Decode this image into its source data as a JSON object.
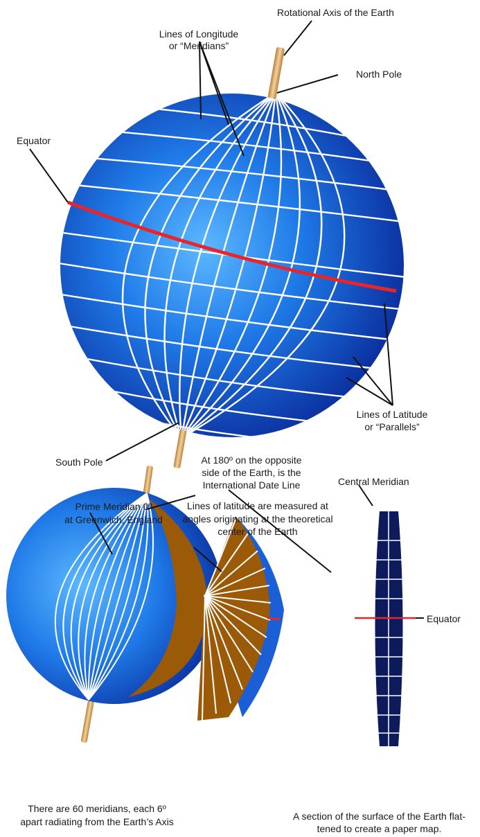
{
  "labels": {
    "rotational_axis": "Rotational Axis of the Earth",
    "longitude_line1": "Lines of Longitude",
    "longitude_line2": "or “Meridians”",
    "north_pole": "North Pole",
    "equator_top": "Equator",
    "latitude_line1": "Lines of Latitude",
    "latitude_line2": "or “Parallels”",
    "south_pole": "South Pole",
    "dateline_line1": "At 180º on the opposite",
    "dateline_line2": "side of the Earth,  is the",
    "dateline_line3": "International Date Line",
    "central_meridian": "Central Meridian",
    "prime_line1": "Prime Meridian 0º",
    "prime_line2": "at Greenwich, England",
    "latmeasure_line1": "Lines of latitude are measured at",
    "latmeasure_line2": "angles originating at the theoretical",
    "latmeasure_line3": "center of the Earth",
    "equator_map": "Equator",
    "meridians_line1": "There are 60 meridians, each 6º",
    "meridians_line2": "apart radiating from the Earth’s Axis",
    "section_line1": "A section of the surface of the Earth flat-",
    "section_line2": "tened to create a paper map."
  },
  "colors": {
    "globe_light": "#3fa0ff",
    "globe_dark": "#0a2a9a",
    "equator": "#e8262a",
    "axis": "#d9a862",
    "earth_cut": "#9a5a08",
    "map_gore": "#0d1a5c",
    "grid": "#ffffff",
    "leader": "#111111"
  }
}
